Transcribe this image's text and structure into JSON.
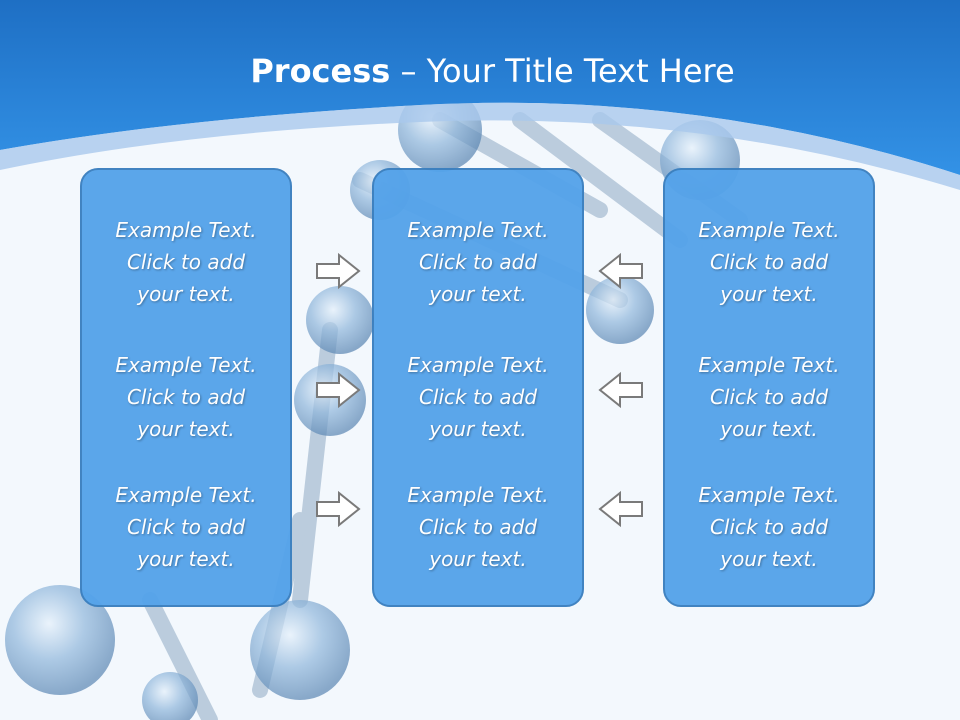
{
  "title": {
    "bold": "Process",
    "rest": " – Your Title Text Here"
  },
  "columns": [
    {
      "blocks": [
        [
          "Example Text.",
          "Click  to add",
          "your text."
        ],
        [
          "Example Text.",
          "Click  to add",
          "your text."
        ],
        [
          "Example Text.",
          "Click  to add",
          "your text."
        ]
      ]
    },
    {
      "blocks": [
        [
          "Example Text.",
          "Click  to add",
          "your text."
        ],
        [
          "Example Text.",
          "Click  to add",
          "your text."
        ],
        [
          "Example Text.",
          "Click  to add",
          "your text."
        ]
      ]
    },
    {
      "blocks": [
        [
          "Example Text.",
          "Click  to add",
          "your text."
        ],
        [
          "Example Text.",
          "Click  to add",
          "your text."
        ],
        [
          "Example Text.",
          "Click  to add",
          "your text."
        ]
      ]
    }
  ],
  "arrows": {
    "left_column": "right-arrow-icon",
    "right_column": "left-arrow-icon"
  },
  "colors": {
    "header": "#1f77d0",
    "panel": "#55a3ea",
    "panel_border": "#3a7fbf",
    "text": "#ffffff"
  }
}
